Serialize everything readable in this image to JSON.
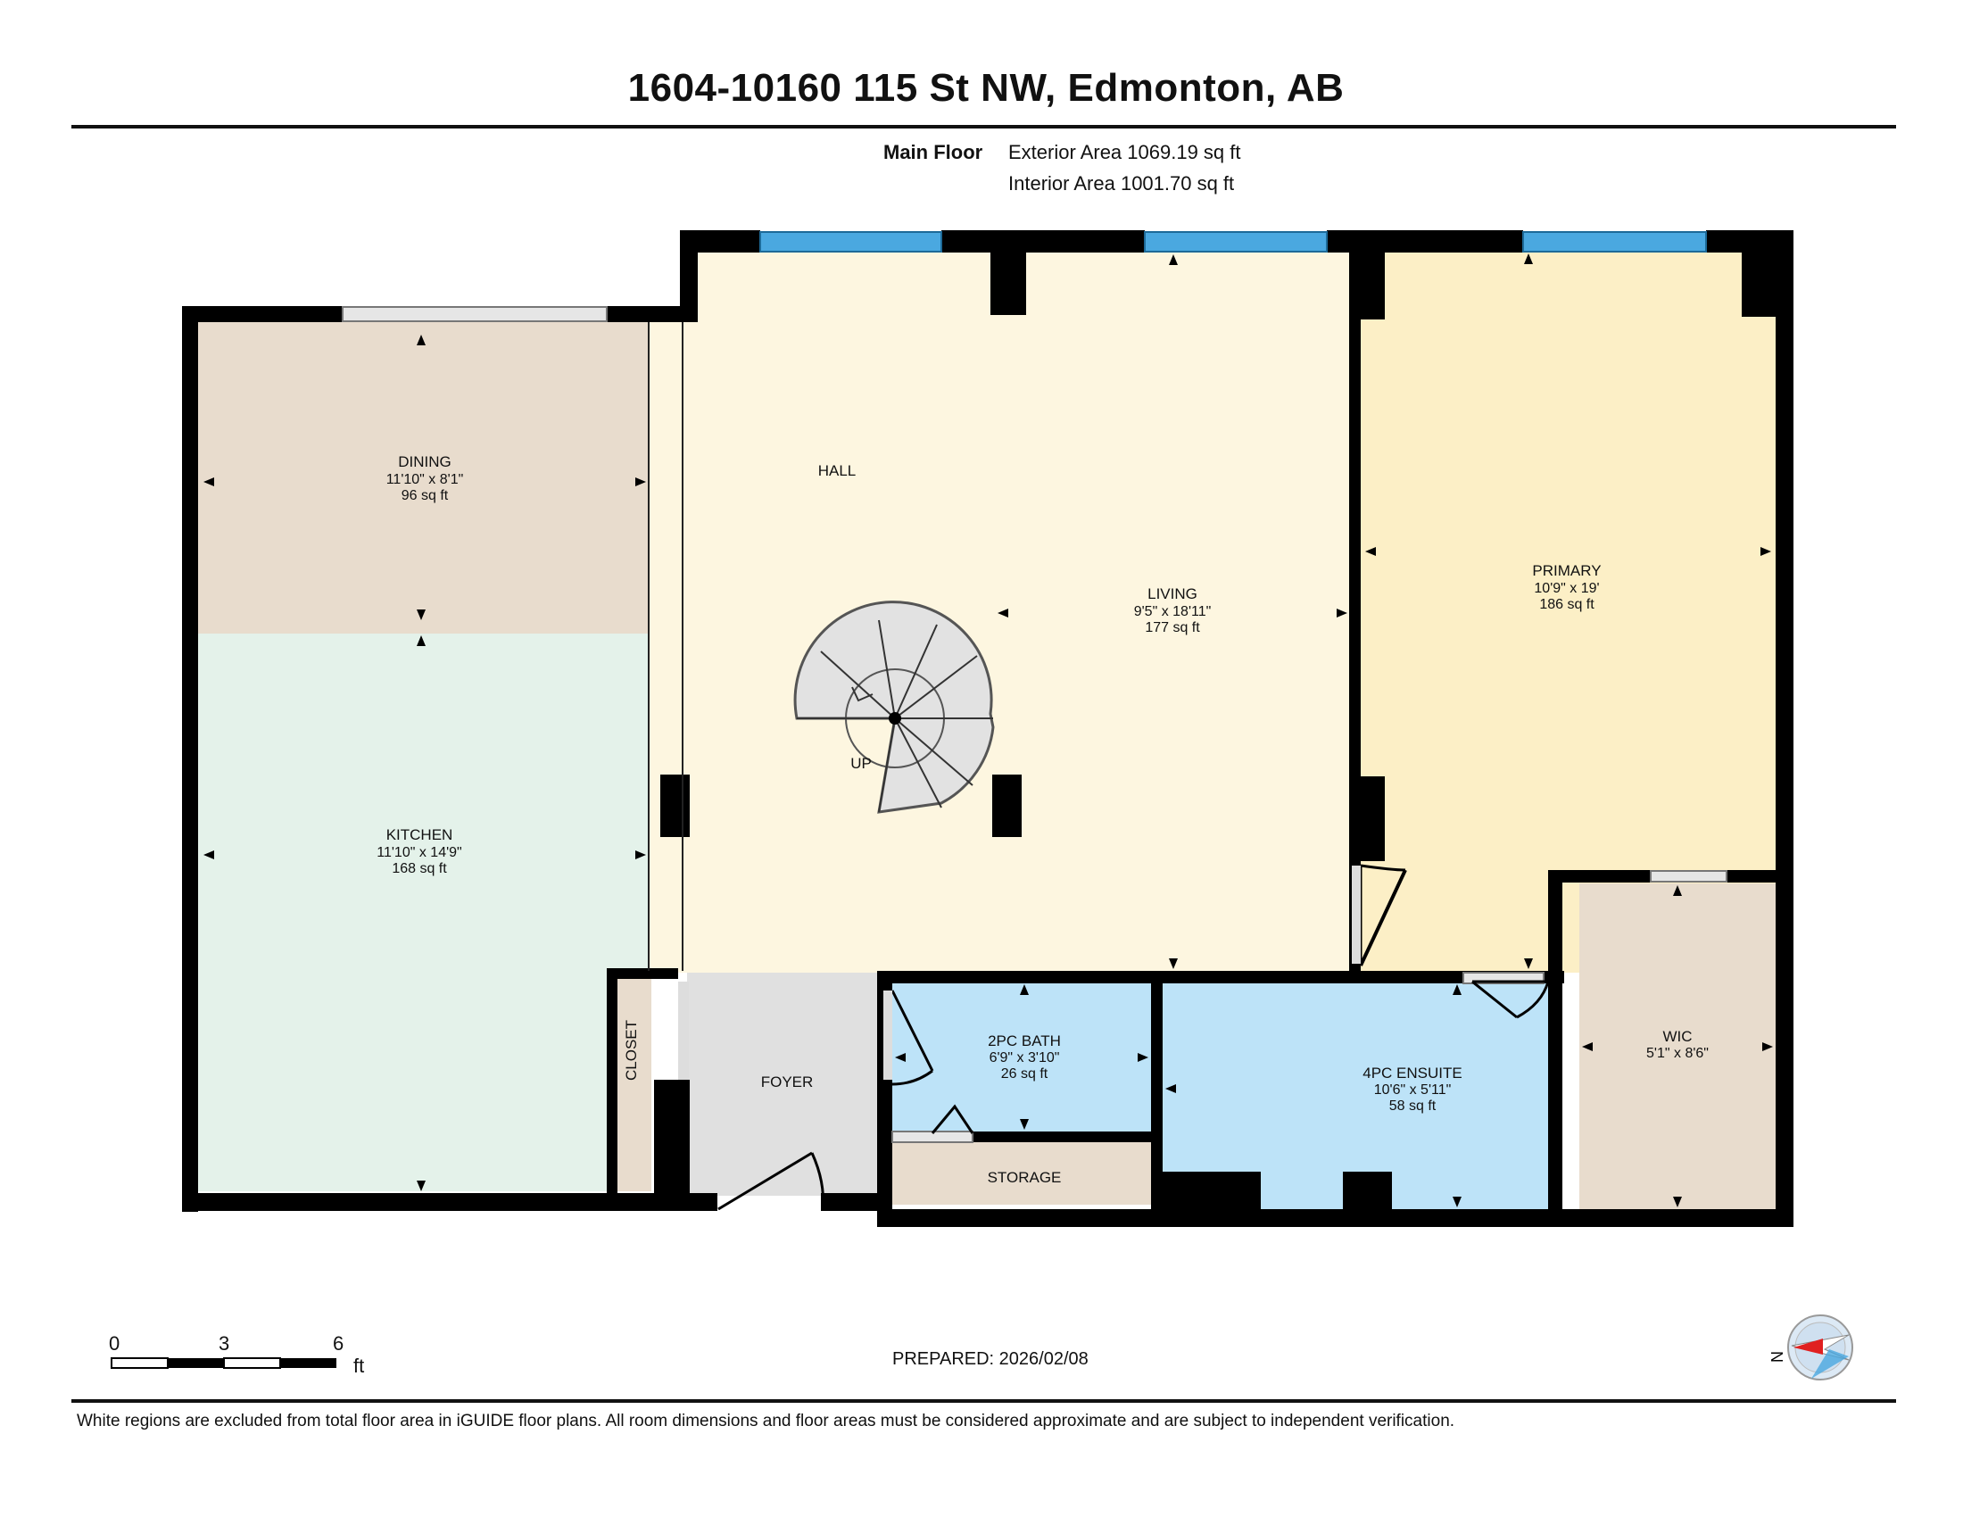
{
  "header": {
    "title": "1604-10160 115 St NW, Edmonton, AB"
  },
  "floor": {
    "name": "Main Floor",
    "exterior_area": "Exterior Area 1069.19 sq ft",
    "interior_area": "Interior Area 1001.70 sq ft"
  },
  "rooms": {
    "dining": {
      "name": "DINING",
      "dims": "11'10\" x 8'1\"",
      "area": "96 sq ft"
    },
    "kitchen": {
      "name": "KITCHEN",
      "dims": "11'10\" x 14'9\"",
      "area": "168 sq ft"
    },
    "hall": {
      "name": "HALL"
    },
    "up": {
      "name": "UP"
    },
    "living": {
      "name": "LIVING",
      "dims": "9'5\" x 18'11\"",
      "area": "177 sq ft"
    },
    "primary": {
      "name": "PRIMARY",
      "dims": "10'9\" x 19'",
      "area": "186 sq ft"
    },
    "closet": {
      "name": "CLOSET"
    },
    "foyer": {
      "name": "FOYER"
    },
    "bath2pc": {
      "name": "2PC BATH",
      "dims": "6'9\" x 3'10\"",
      "area": "26 sq ft"
    },
    "storage": {
      "name": "STORAGE"
    },
    "ensuite": {
      "name": "4PC ENSUITE",
      "dims": "10'6\" x 5'11\"",
      "area": "58 sq ft"
    },
    "wic": {
      "name": "WIC",
      "dims": "5'1\" x 8'6\""
    }
  },
  "scale": {
    "ticks": [
      "0",
      "3",
      "6"
    ],
    "unit": "ft"
  },
  "compass": {
    "label": "N"
  },
  "footer": {
    "prepared": "PREPARED: 2026/02/08",
    "disclaimer": "White regions are excluded from total floor area in iGUIDE floor plans. All room dimensions and floor areas must be considered approximate and are subject to independent verification."
  },
  "colors": {
    "wall": "#000000",
    "window": "#4aa8e0",
    "dining": "#e8dccd",
    "kitchen": "#e4f2ea",
    "living": "#fdf6e0",
    "primary": "#fcefc6",
    "bath": "#bde3f8",
    "foyer": "#e0e0e0",
    "storage": "#e8dccd",
    "compass_needle": "#e02020"
  }
}
